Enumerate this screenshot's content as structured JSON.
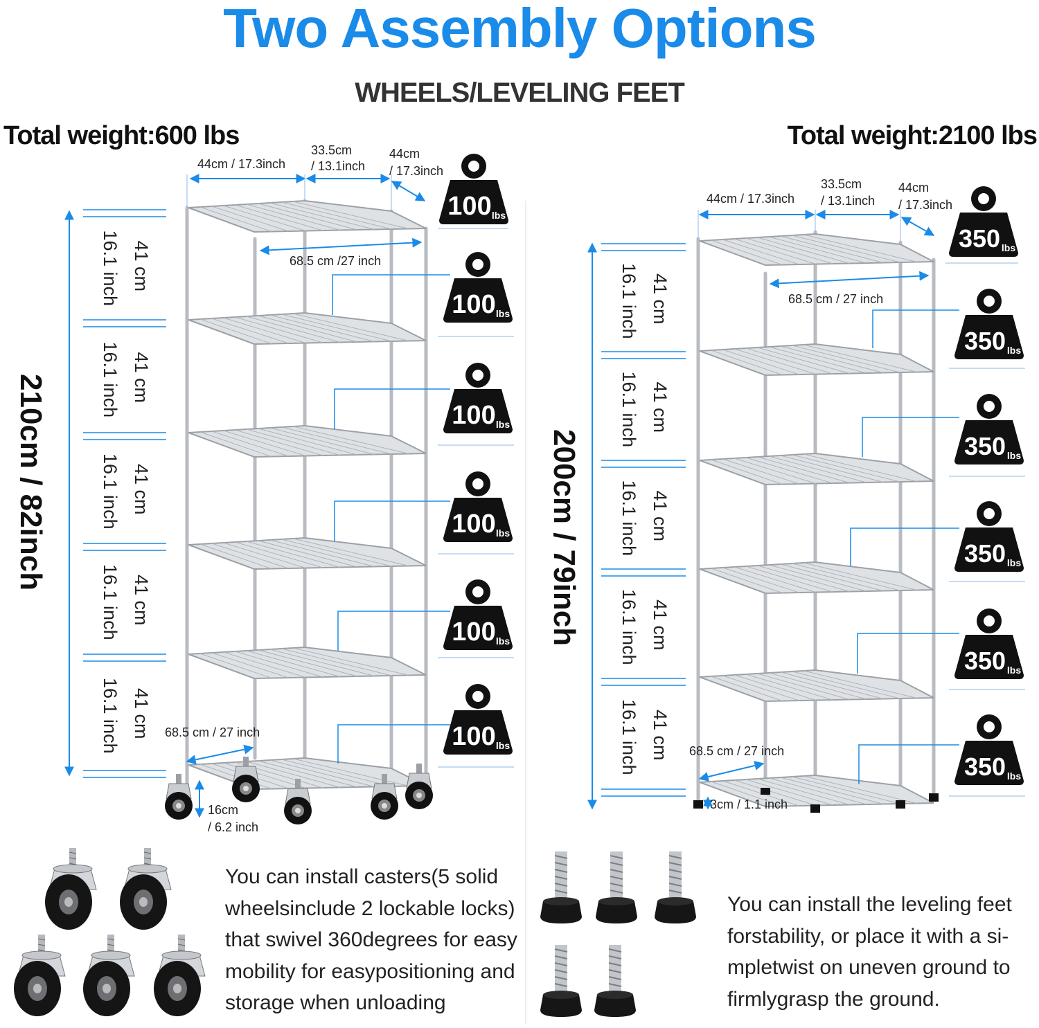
{
  "title": "Two Assembly Options",
  "subtitle": "WHEELS/LEVELING FEET",
  "left": {
    "total_weight": "Total weight:600 lbs",
    "height": "210cm / 82inch",
    "widths": {
      "a": "44cm / 17.3inch",
      "b1": "33.5cm",
      "b2": "/ 13.1inch",
      "c1": "44cm",
      "c2": "/ 17.3inch"
    },
    "diag_top": "68.5 cm /27 inch",
    "diag_bottom": "68.5 cm / 27 inch",
    "gap_cm": "41 cm",
    "gap_inch": "16.1 inch",
    "wheel_h1": "16cm",
    "wheel_h2": "/ 6.2 inch",
    "weight_num": "100",
    "weight_unit": "lbs",
    "description": "You can install casters(5 solid wheelsinclude 2 lockable locks) that swivel 360degrees for easy mobility for easypositioning and storage when unloading"
  },
  "right": {
    "total_weight": "Total weight:2100 lbs",
    "height": "200cm / 79inch",
    "widths": {
      "a": "44cm / 17.3inch",
      "b1": "33.5cm",
      "b2": "/ 13.1inch",
      "c1": "44cm",
      "c2": "/ 17.3inch"
    },
    "diag_top": "68.5 cm / 27 inch",
    "diag_bottom": "68.5 cm / 27 inch",
    "gap_cm": "41 cm",
    "gap_inch": "16.1 inch",
    "feet_h": "3cm / 1.1 inch",
    "weight_num": "350",
    "weight_unit": "lbs",
    "description": "You can install the leveling feet forstability, or place it with a si-mpletwist on uneven ground to firmlygrasp the ground."
  },
  "colors": {
    "accent": "#1a8be8",
    "chrome": "#b8bcc2",
    "weight": "#111111"
  }
}
